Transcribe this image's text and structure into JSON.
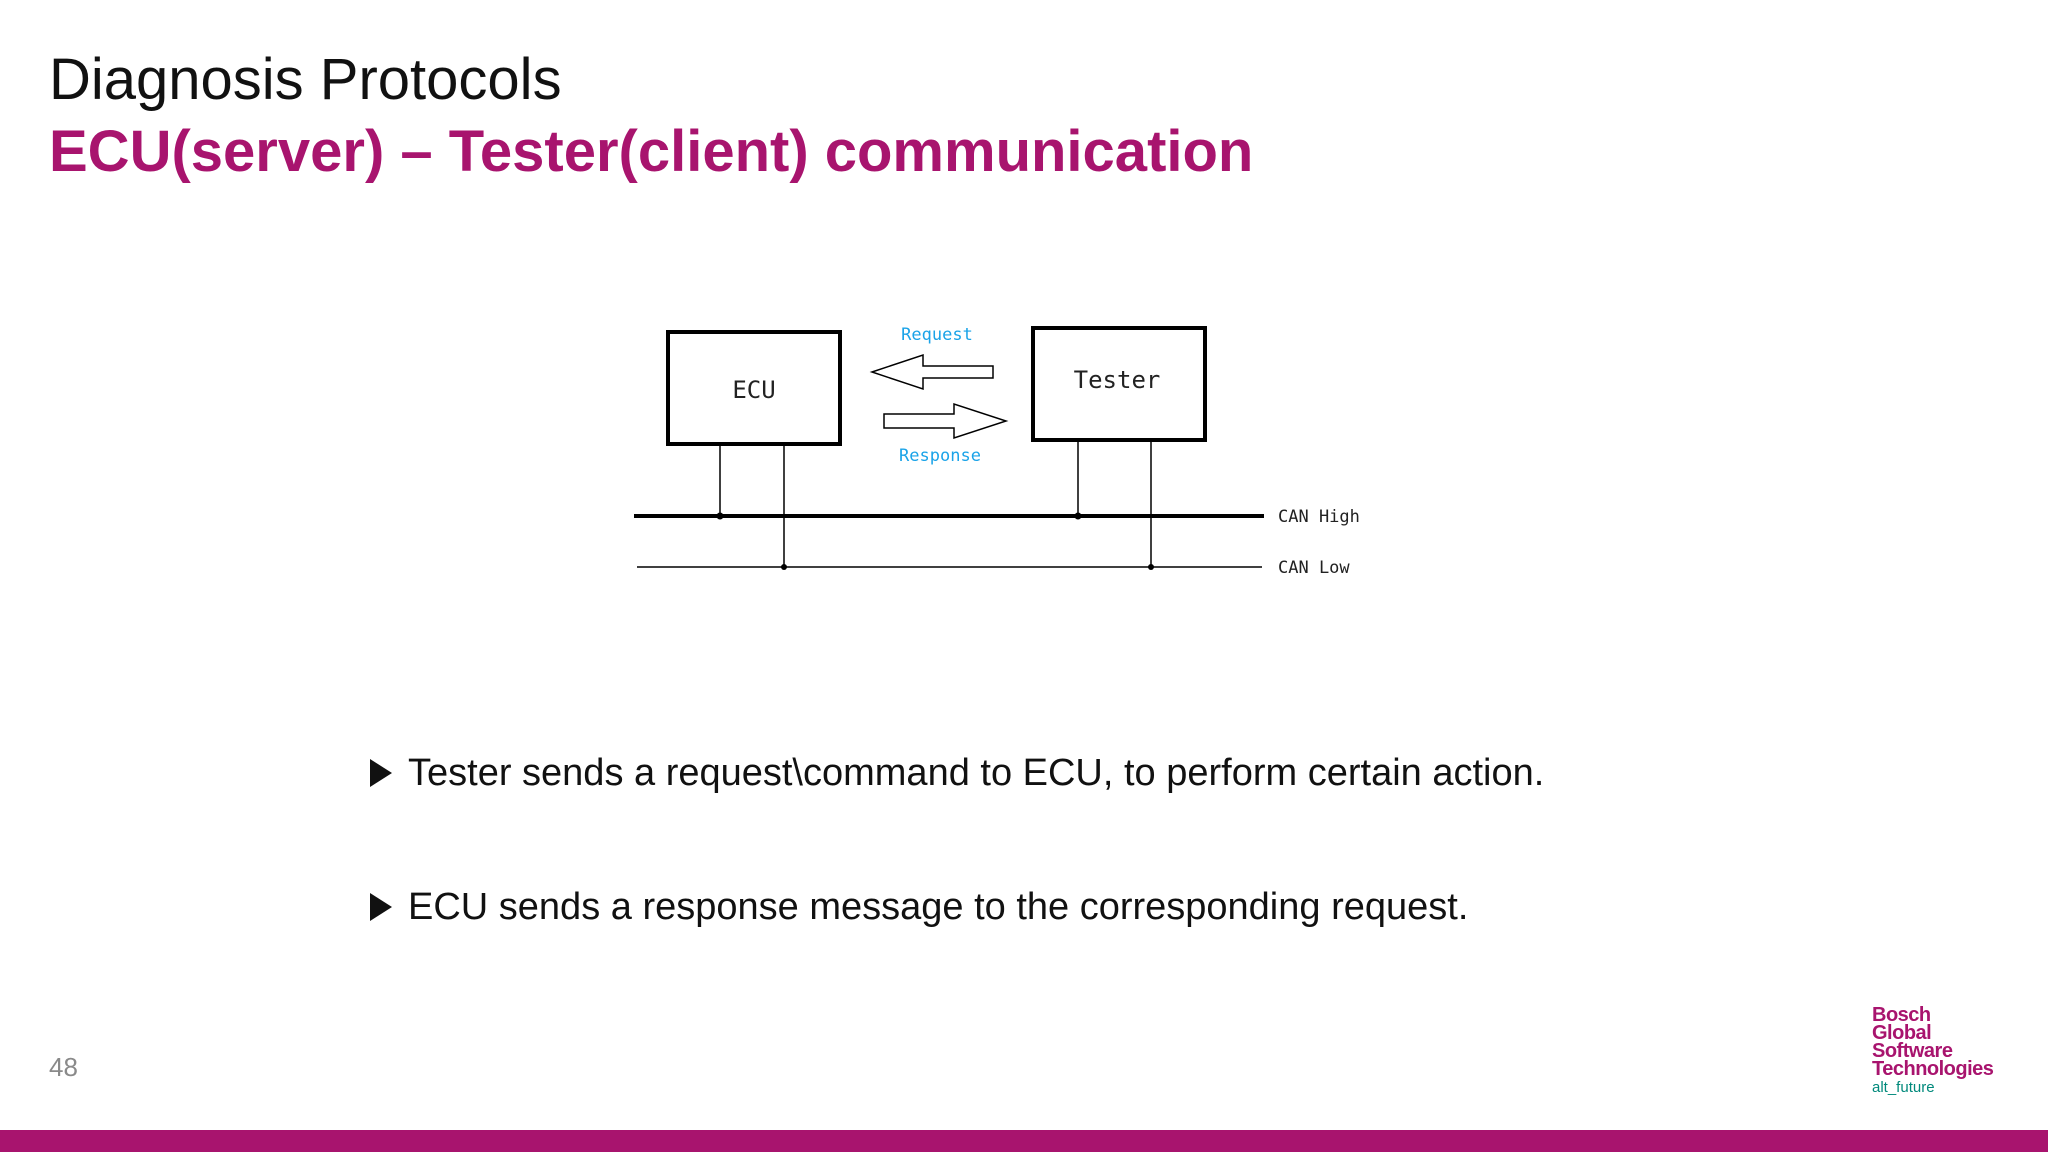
{
  "slide": {
    "title": "Diagnosis Protocols",
    "subtitle": "ECU(server) – Tester(client) communication",
    "page_number": "48"
  },
  "diagram": {
    "nodes": [
      {
        "id": "ecu",
        "label": "ECU"
      },
      {
        "id": "tester",
        "label": "Tester"
      }
    ],
    "edges": [
      {
        "from": "tester",
        "to": "ecu",
        "label": "Request"
      },
      {
        "from": "ecu",
        "to": "tester",
        "label": "Response"
      }
    ],
    "bus_lines": [
      {
        "label": "CAN High"
      },
      {
        "label": "CAN Low"
      }
    ],
    "colors": {
      "arrow_label": "#1aa3e8",
      "stroke": "#000000"
    }
  },
  "bullets": [
    "Tester sends a request\\command to ECU, to perform certain action.",
    "ECU sends a response message to the corresponding request."
  ],
  "logo": {
    "lines": [
      "Bosch",
      "Global",
      "Software",
      "Technologies"
    ],
    "tagline": "alt_future"
  },
  "colors": {
    "accent": "#a8146e",
    "logo_tagline": "#00897b"
  }
}
